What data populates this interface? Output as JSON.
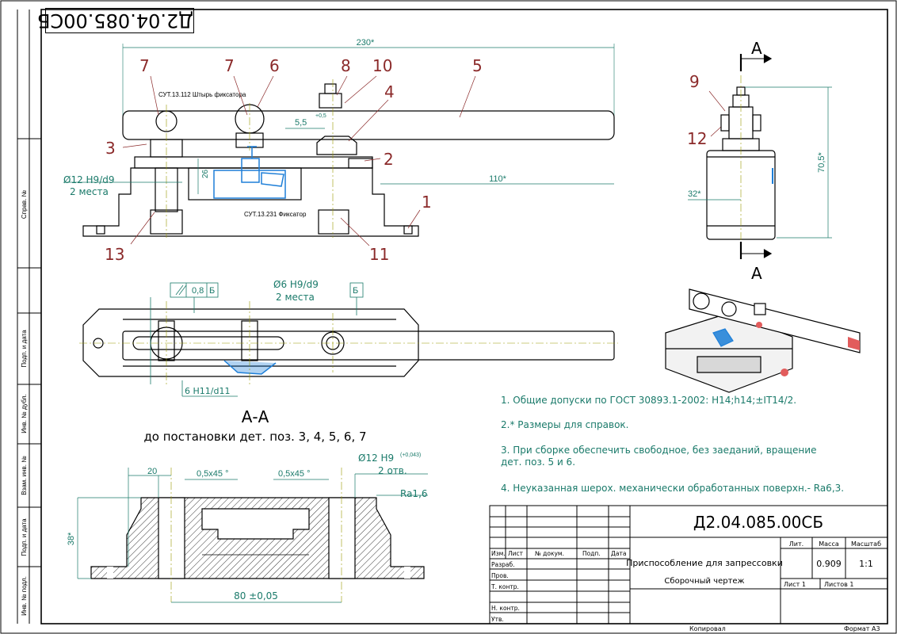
{
  "designation": "Д2.04.085.00СБ",
  "designation_rotated": "Д2.04.085.00СБ",
  "side_labels": [
    "Справ. №",
    "Подп. и дата",
    "Инв. № дубл.",
    "Взам. инв. №",
    "Подп. и дата",
    "Инв. № подл."
  ],
  "dims": {
    "overall": "230*",
    "right_len": "110*",
    "gap": "5,5",
    "gap_tol": "+0,5",
    "height26": "26",
    "bore_front": "Ø12 H9/d9",
    "bore_front_qty": "2 места",
    "pin_top": "Ø6 H9/d9",
    "pin_top_qty": "2 места",
    "hole_top": "6 H11/d11",
    "flatness": "0,8",
    "datum_b": "Б",
    "side_h": "70,5*",
    "side_w": "32*",
    "sec_20": "20",
    "chamfer1": "0,5х45 °",
    "chamfer2": "0,5х45 °",
    "sec_bore": "Ø12 H9",
    "sec_bore_tol": "(+0,043)",
    "sec_bore_qty": "2 отв.",
    "rough": "Ra1,6",
    "sec_h": "38*",
    "sec_base": "80 ±0,05"
  },
  "callouts": {
    "p1": "1",
    "p2": "2",
    "p3": "3",
    "p4": "4",
    "p5": "5",
    "p6": "6",
    "p7a": "7",
    "p7b": "7",
    "p8": "8",
    "p9": "9",
    "p10": "10",
    "p11": "11",
    "p12": "12",
    "p13": "13"
  },
  "ref_labels": {
    "pin": "СУТ.13.112 Штырь фиксатора",
    "lock": "СУТ.13.231 Фиксатор"
  },
  "section_view": {
    "letter": "А",
    "title": "А-А",
    "subtitle": "до постановки дет. поз. 3, 4, 5, 6, 7"
  },
  "notes": [
    "1. Общие допуски по ГОСТ 30893.1-2002: H14;h14;±IT14/2.",
    "2.* Размеры для справок.",
    "3. При сборке обеспечить свободное, без заеданий, вращение",
    "дет. поз. 5 и 6.",
    "4. Неуказанная шерох. механически обработанных поверхн.- Ra6,3."
  ],
  "title_block": {
    "code": "Д2.04.085.00СБ",
    "name": "Приспособление для запрессовки",
    "doc_type": "Сборочный чертеж",
    "col_izm": "Изм.",
    "col_list": "Лист",
    "col_doc": "№ докум.",
    "col_sign": "Подп.",
    "col_date": "Дата",
    "row_razrab": "Разраб.",
    "row_prov": "Пров.",
    "row_tkontr": "Т. контр.",
    "row_nkontr": "Н. контр.",
    "row_utv": "Утв.",
    "lit": "Лит.",
    "mass_label": "Масса",
    "scale_label": "Масштаб",
    "mass": "0.909",
    "scale": "1:1",
    "sheet": "Лист 1",
    "sheets": "Листов 1"
  },
  "footer": {
    "copied": "Копировал",
    "format": "Формат А3"
  },
  "colors": {
    "line": "#000000",
    "callout": "#8b2a2a",
    "dim": "#1a7a6a",
    "highlight": "#1e7fd8",
    "center": "#9a9a00"
  }
}
